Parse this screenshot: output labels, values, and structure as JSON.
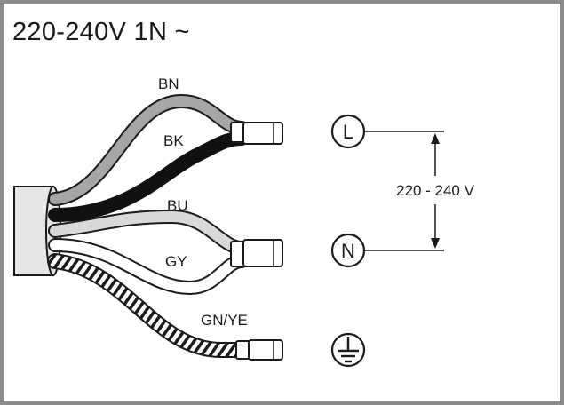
{
  "title": "220-240V 1N ~",
  "wires": [
    {
      "code": "BN",
      "color": "#a6a6a6"
    },
    {
      "code": "BK",
      "color": "#111111"
    },
    {
      "code": "BU",
      "color": "#d9d9d9"
    },
    {
      "code": "GY",
      "color": "#ffffff"
    },
    {
      "code": "GN/YE",
      "color": "#9a9a9a"
    }
  ],
  "terminals": {
    "live": "L",
    "neutral": "N",
    "earth": "earth-symbol"
  },
  "voltage_label": "220 - 240 V",
  "colors": {
    "outline": "#1a1a1a",
    "frame": "#8c8c8c",
    "sheath": "#e6e6e6"
  }
}
